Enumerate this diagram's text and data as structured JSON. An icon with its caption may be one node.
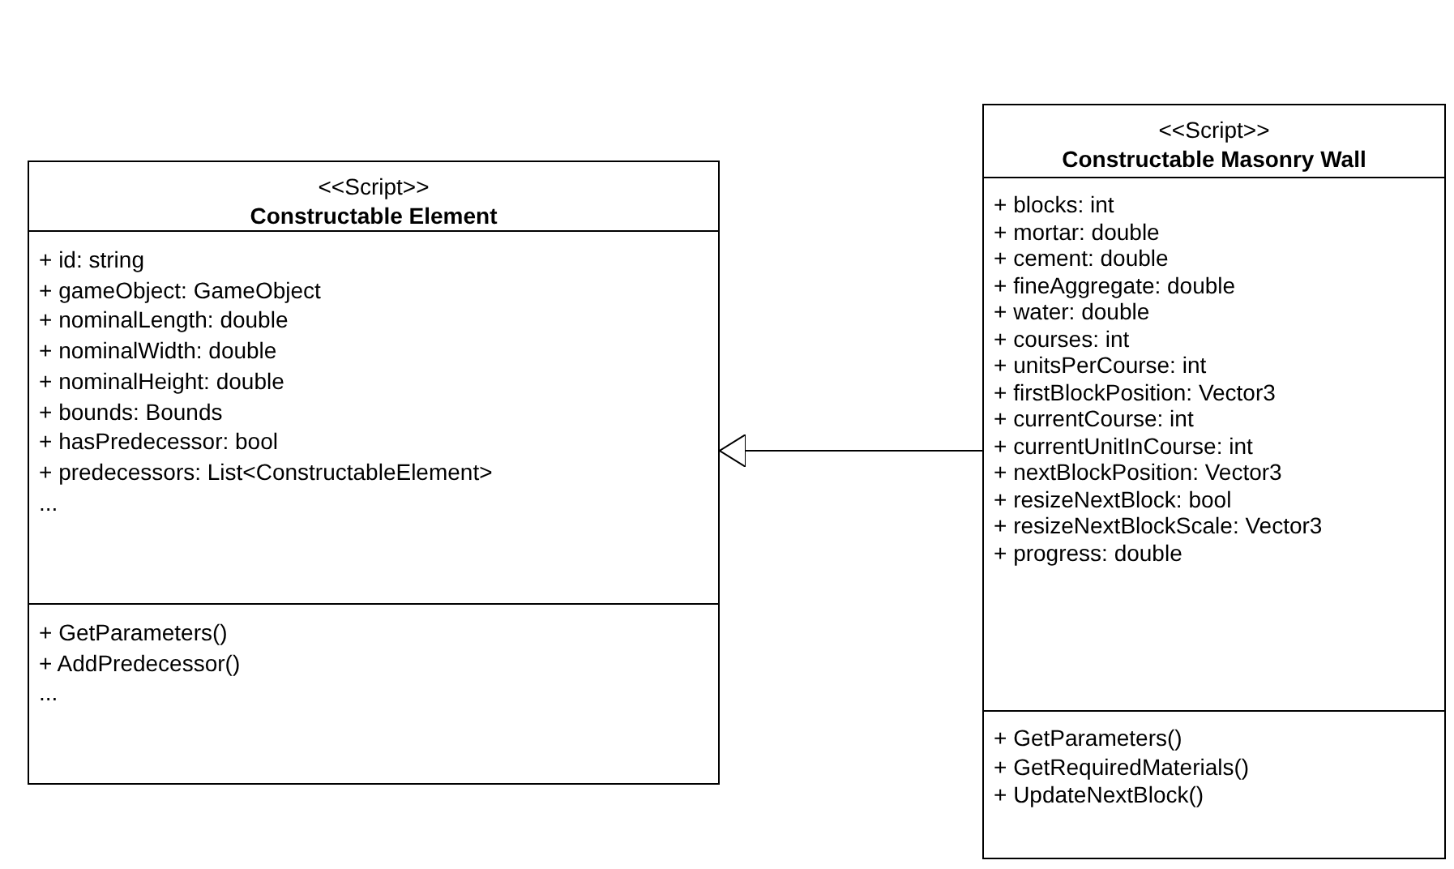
{
  "diagram": {
    "nodes": [
      {
        "text": [
          "<<Script>>",
          "Constructable Element"
        ]
      },
      {
        "text": [
          "+ id: string",
          "+ gameObject: GameObject",
          "+ nominalLength: double",
          "+ nominalWidth: double",
          "+ nominalHeight: double",
          "+ bounds: Bounds",
          "+ hasPredecessor: bool",
          "+ predecessors: List<ConstructableElement>",
          "..."
        ],
        "in": 0
      },
      {
        "text": [
          "+ GetParameters()",
          "+ AddPredecessor()",
          "..."
        ],
        "in": 0
      },
      {
        "text": [
          "<<Script>>",
          "Constructable Masonry Wall"
        ]
      },
      {
        "text": [
          "+ blocks: int",
          "+ mortar: double",
          "+ cement: double",
          "+ fineAggregate: double",
          "+ water: double",
          "+ courses: int",
          "+ unitsPerCourse: int",
          "+ firstBlockPosition: Vector3",
          "+ currentCourse: int",
          "+ currentUnitInCourse: int",
          "+ nextBlockPosition: Vector3",
          "+ resizeNextBlock: bool",
          "+ resizeNextBlockScale: Vector3",
          "+ progress: double"
        ],
        "in": 3
      },
      {
        "text": [
          "+ GetParameters()",
          "+ GetRequiredMaterials()",
          "+ UpdateNextBlock()"
        ],
        "in": 3
      }
    ],
    "edges": [
      {
        "from": 3,
        "to": 0,
        "arrow": "to"
      }
    ]
  }
}
